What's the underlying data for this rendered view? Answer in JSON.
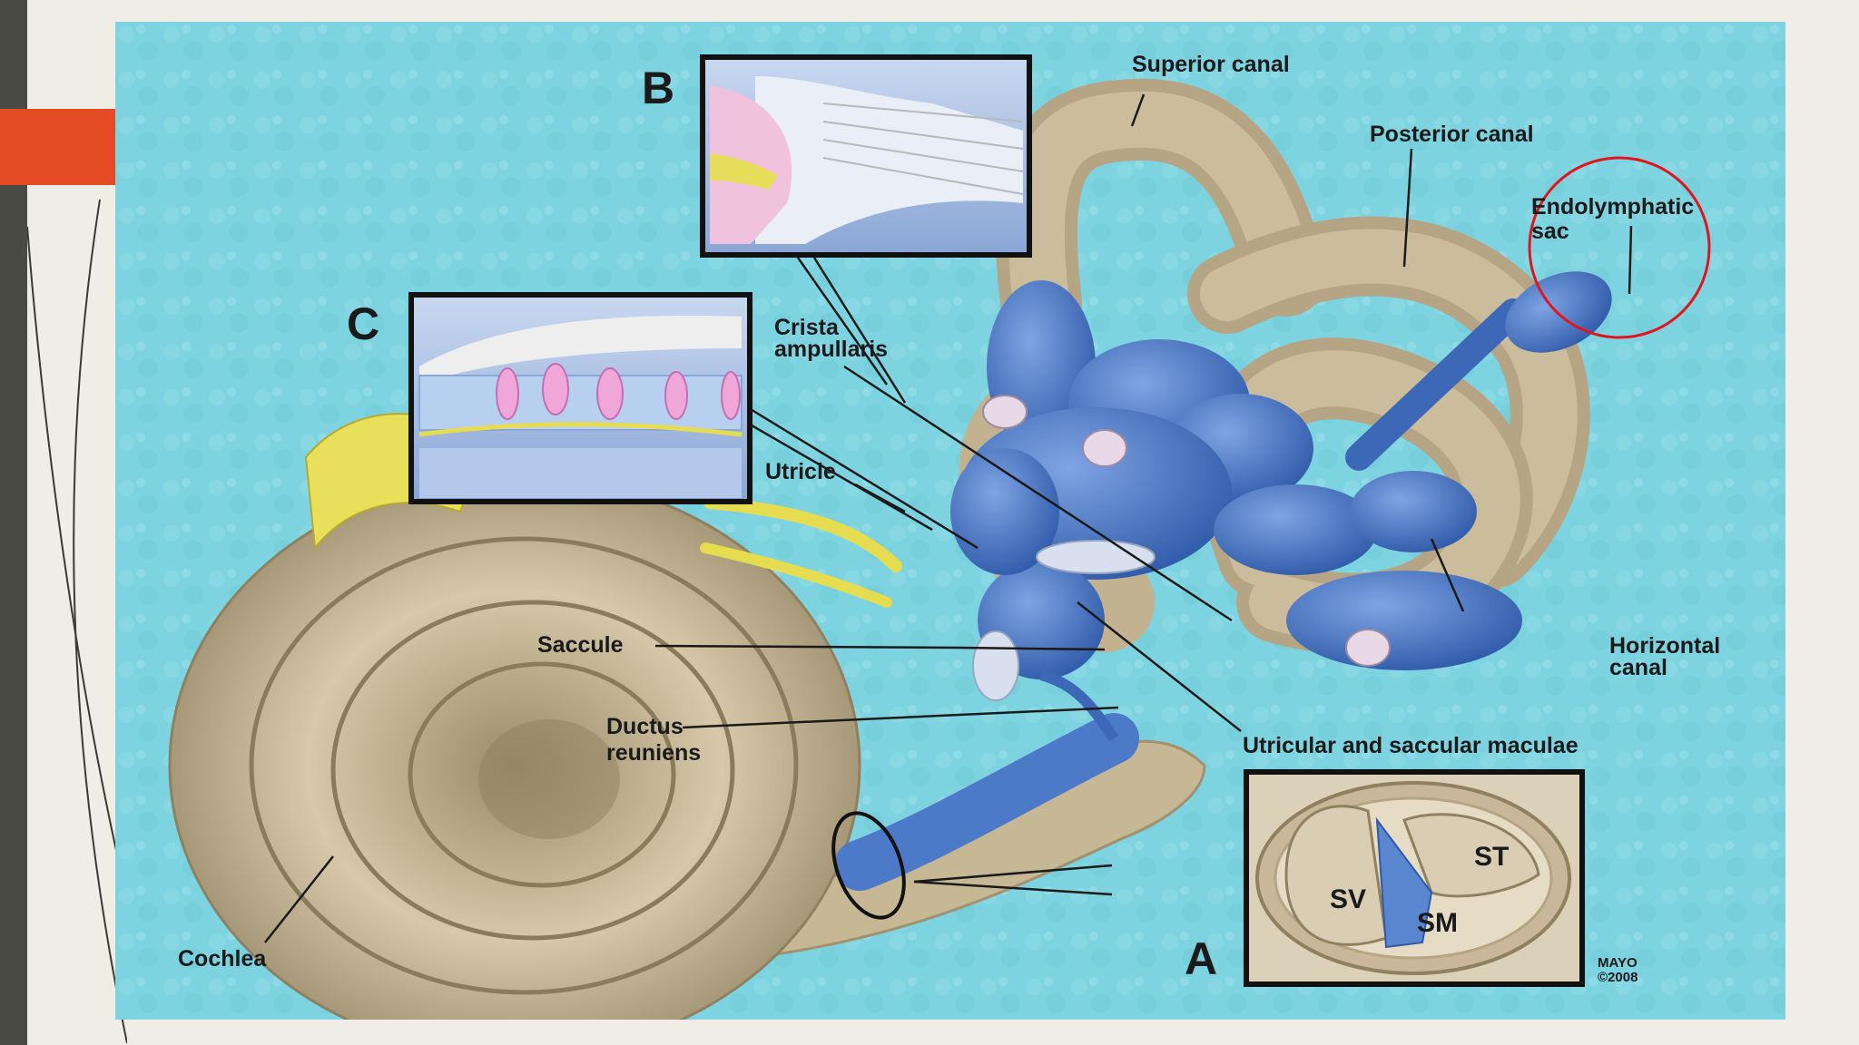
{
  "colors": {
    "background": "#efede6",
    "sidebar": "#4a4a44",
    "accent": "#e34b24",
    "panel": "#7dd4e0",
    "bone": "#c8b899",
    "membranous": "#4d79c9",
    "highlight_circle": "#e0161c"
  },
  "labels": {
    "superior_canal": "Superior canal",
    "posterior_canal": "Posterior canal",
    "endolymphatic_sac_line1": "Endolymphatic",
    "endolymphatic_sac_line2": "sac",
    "crista_ampullaris_line1": "Crista",
    "crista_ampullaris_line2": "ampullaris",
    "utricle": "Utricle",
    "saccule": "Saccule",
    "ductus_reuniens_line1": "Ductus",
    "ductus_reuniens_line2": "reuniens",
    "horizontal_canal_line1": "Horizontal",
    "horizontal_canal_line2": "canal",
    "utricular_saccular_maculae": "Utricular and saccular maculae",
    "cochlea": "Cochlea",
    "inset_a": "A",
    "inset_b": "B",
    "inset_c": "C",
    "scala_vestibuli": "SV",
    "scala_tympani": "ST",
    "scala_media": "SM",
    "mayo_line1": "MAYO",
    "mayo_line2": "©2008"
  },
  "icons": [
    "sidebar-decoration",
    "highlight-circle"
  ]
}
